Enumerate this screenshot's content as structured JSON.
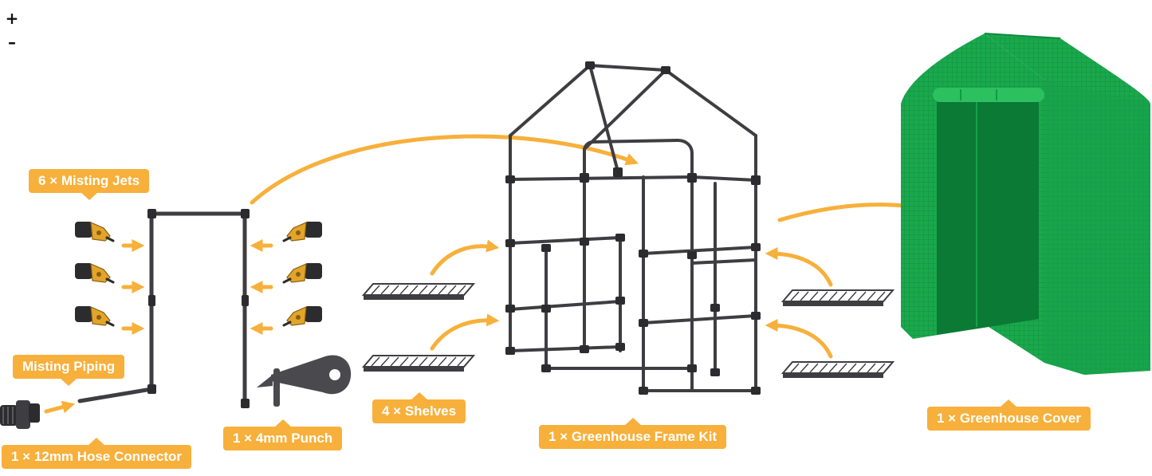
{
  "zoom": {
    "in_label": "+",
    "out_label": "–"
  },
  "labels": {
    "misting_jets": "6 × Misting Jets",
    "misting_piping": "Misting Piping",
    "hose_connector": "1 × 12mm Hose Connector",
    "punch": "1 × 4mm Punch",
    "shelves": "4 × Shelves",
    "frame_kit": "1 × Greenhouse Frame Kit",
    "cover": "1 × Greenhouse Cover"
  },
  "colors": {
    "accent": "#f7b03b",
    "frame": "#3e3e42",
    "cover_green": "#1aa84d",
    "cover_dark": "#0a7a35"
  }
}
